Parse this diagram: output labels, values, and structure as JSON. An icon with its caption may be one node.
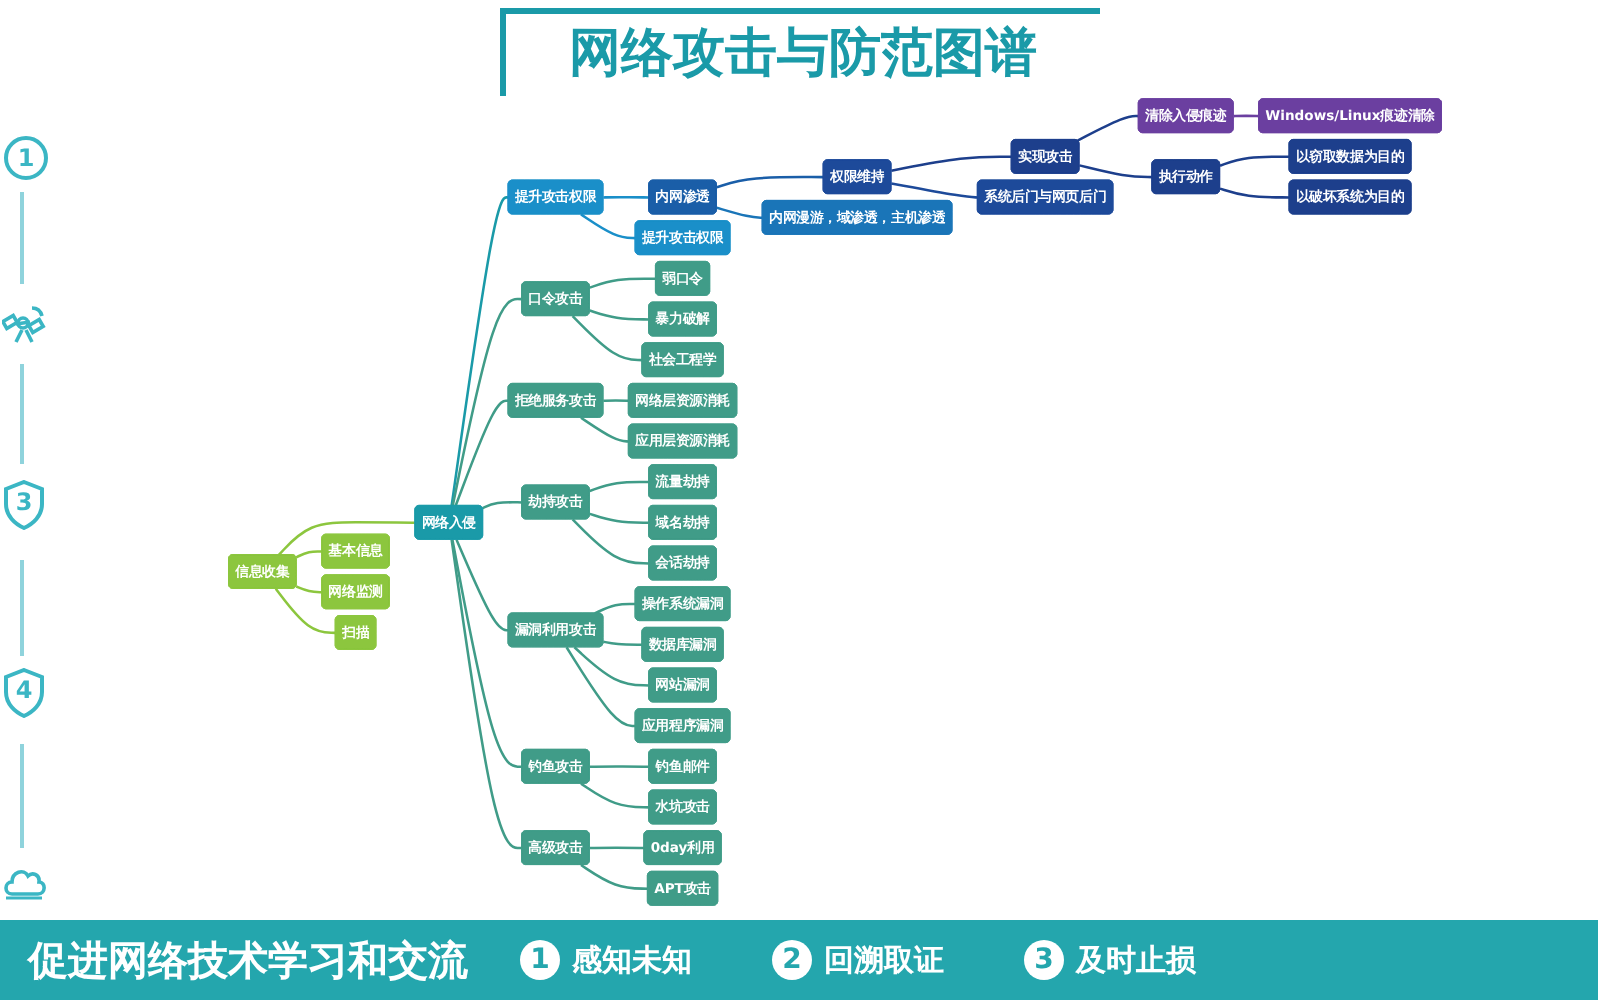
{
  "diagram": {
    "title": "网络攻击与防范图谱",
    "nodes": [
      {
        "text": [
          "信息收集"
        ]
      },
      {
        "text": [
          "网络入侵"
        ]
      },
      {
        "text": [
          "提升攻击权限"
        ]
      },
      {
        "text": [
          "内网渗透"
        ]
      },
      {
        "text": [
          "权限维持"
        ]
      },
      {
        "text": [
          "实现攻击"
        ]
      },
      {
        "text": [
          "清除入侵痕迹"
        ]
      },
      {
        "text": [
          "基本信息"
        ]
      },
      {
        "text": [
          "网络监测"
        ]
      },
      {
        "text": [
          "扫描"
        ]
      },
      {
        "text": [
          "口令攻击"
        ]
      },
      {
        "text": [
          "拒绝服务攻击"
        ]
      },
      {
        "text": [
          "劫持攻击"
        ]
      },
      {
        "text": [
          "漏洞利用攻击"
        ]
      },
      {
        "text": [
          "钓鱼攻击"
        ]
      },
      {
        "text": [
          "高级攻击"
        ]
      },
      {
        "text": [
          "弱口令"
        ]
      },
      {
        "text": [
          "暴力破解"
        ]
      },
      {
        "text": [
          "社会工程学"
        ]
      },
      {
        "text": [
          "网络层资源消耗"
        ]
      },
      {
        "text": [
          "应用层资源消耗"
        ]
      },
      {
        "text": [
          "流量劫持"
        ]
      },
      {
        "text": [
          "域名劫持"
        ]
      },
      {
        "text": [
          "会话劫持"
        ]
      },
      {
        "text": [
          "操作系统漏洞"
        ]
      },
      {
        "text": [
          "数据库漏洞"
        ]
      },
      {
        "text": [
          "网站漏洞"
        ]
      },
      {
        "text": [
          "应用程序漏洞"
        ]
      },
      {
        "text": [
          "钓鱼邮件"
        ]
      },
      {
        "text": [
          "水坑攻击"
        ]
      },
      {
        "text": [
          "0day利用"
        ]
      },
      {
        "text": [
          "APT攻击"
        ]
      },
      {
        "text": [
          "提升攻击权限"
        ]
      },
      {
        "text": [
          "内网漫游，域渗透，主机渗透"
        ]
      },
      {
        "text": [
          "系统后门与网页后门"
        ]
      },
      {
        "text": [
          "执行动作"
        ]
      },
      {
        "text": [
          "以窃取数据为目的"
        ]
      },
      {
        "text": [
          "以破坏系统为目的"
        ]
      },
      {
        "text": [
          "Windows/Linux痕迹清除"
        ]
      }
    ],
    "edges": [
      {
        "from": 0,
        "to": 1,
        "arrow": "none",
        "color": "#8cc63e"
      },
      {
        "from": 1,
        "to": 2,
        "arrow": "none",
        "color": "#1a9aa8"
      },
      {
        "from": 2,
        "to": 3,
        "arrow": "none",
        "color": "#1a8fc9"
      },
      {
        "from": 3,
        "to": 4,
        "arrow": "none",
        "color": "#1a5ea8"
      },
      {
        "from": 4,
        "to": 5,
        "arrow": "none",
        "color": "#1d3f8c"
      },
      {
        "from": 5,
        "to": 6,
        "arrow": "none",
        "color": "#1d3f8c"
      },
      {
        "from": 0,
        "to": 7,
        "arrow": "none",
        "color": "#8cc63e"
      },
      {
        "from": 0,
        "to": 8,
        "arrow": "none",
        "color": "#8cc63e"
      },
      {
        "from": 0,
        "to": 9,
        "arrow": "none",
        "color": "#8cc63e"
      },
      {
        "from": 1,
        "to": 10,
        "arrow": "none"
      },
      {
        "from": 1,
        "to": 11,
        "arrow": "none"
      },
      {
        "from": 1,
        "to": 12,
        "arrow": "none"
      },
      {
        "from": 1,
        "to": 13,
        "arrow": "none"
      },
      {
        "from": 1,
        "to": 14,
        "arrow": "none"
      },
      {
        "from": 1,
        "to": 15,
        "arrow": "none"
      },
      {
        "from": 10,
        "to": 16,
        "arrow": "none"
      },
      {
        "from": 10,
        "to": 17,
        "arrow": "none"
      },
      {
        "from": 10,
        "to": 18,
        "arrow": "none"
      },
      {
        "from": 11,
        "to": 19,
        "arrow": "none"
      },
      {
        "from": 11,
        "to": 20,
        "arrow": "none"
      },
      {
        "from": 12,
        "to": 21,
        "arrow": "none"
      },
      {
        "from": 12,
        "to": 22,
        "arrow": "none"
      },
      {
        "from": 12,
        "to": 23,
        "arrow": "none"
      },
      {
        "from": 13,
        "to": 24,
        "arrow": "none"
      },
      {
        "from": 13,
        "to": 25,
        "arrow": "none"
      },
      {
        "from": 13,
        "to": 26,
        "arrow": "none"
      },
      {
        "from": 13,
        "to": 27,
        "arrow": "none"
      },
      {
        "from": 14,
        "to": 28,
        "arrow": "none"
      },
      {
        "from": 14,
        "to": 29,
        "arrow": "none"
      },
      {
        "from": 15,
        "to": 30,
        "arrow": "none"
      },
      {
        "from": 15,
        "to": 31,
        "arrow": "none"
      },
      {
        "from": 2,
        "to": 32,
        "arrow": "none",
        "color": "#1a8fc9"
      },
      {
        "from": 3,
        "to": 33,
        "arrow": "none",
        "color": "#1a75b8"
      },
      {
        "from": 4,
        "to": 34,
        "arrow": "none",
        "color": "#1d4a9a"
      },
      {
        "from": 5,
        "to": 35,
        "arrow": "none",
        "color": "#1d3f8c"
      },
      {
        "from": 35,
        "to": 36,
        "arrow": "none",
        "color": "#1d3f8c"
      },
      {
        "from": 35,
        "to": 37,
        "arrow": "none",
        "color": "#1d3f8c"
      },
      {
        "from": 6,
        "to": 38,
        "arrow": "none",
        "color": "#6b3fa0"
      }
    ],
    "labels": [
      "1",
      "3",
      "4",
      "促进网络技术学习和交流",
      "1",
      "感知未知",
      "2",
      "回溯取证",
      "3",
      "及时止损"
    ]
  }
}
